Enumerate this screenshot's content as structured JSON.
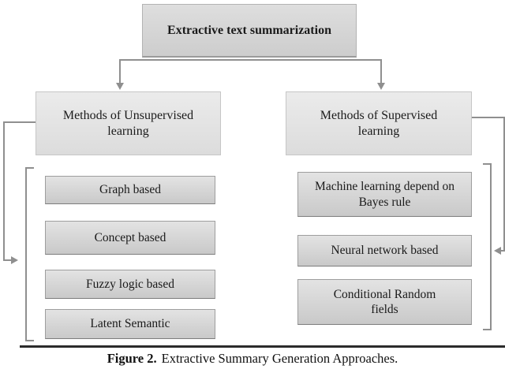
{
  "figure": {
    "root_label": "Extractive text summarization",
    "branches": [
      {
        "label": "Methods of Unsupervised learning",
        "children": [
          "Graph based",
          "Concept based",
          "Fuzzy logic based",
          "Latent Semantic"
        ]
      },
      {
        "label": "Methods of Supervised learning",
        "children": [
          "Machine learning depend on Bayes rule",
          "Neural network based",
          "Conditional Random fields"
        ]
      }
    ]
  },
  "caption": {
    "label": "Figure 2.",
    "text": "Extractive Summary Generation Approaches."
  },
  "colors": {
    "line": "#8f8f8f",
    "box_fill_top": "#e3e3e3",
    "box_fill_bottom": "#c9c9c9",
    "box_border": "#9e9e9e",
    "text": "#1a1a1a",
    "caption_rule": "#2b2b2b"
  }
}
